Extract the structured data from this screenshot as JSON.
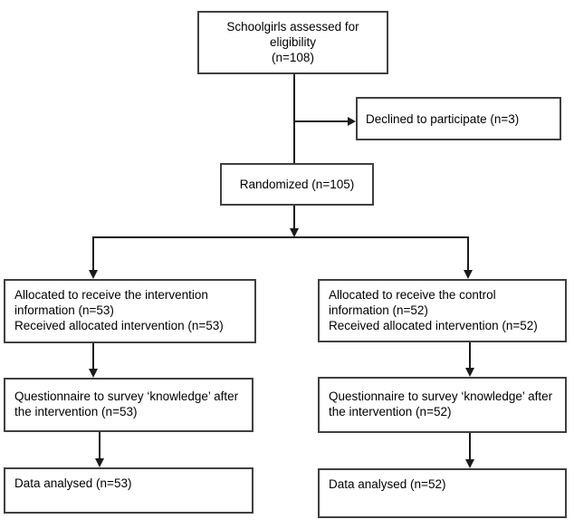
{
  "diagram_type": "consort-flowchart",
  "boxes": {
    "eligibility": {
      "line1": "Schoolgirls assessed for eligibility",
      "line2": "(n=108)"
    },
    "declined": {
      "text": "Declined to participate (n=3)"
    },
    "randomized": {
      "text": "Randomized (n=105)"
    },
    "allocated_intervention": {
      "line1": "Allocated to receive the intervention information (n=53)",
      "line2": "Received allocated intervention (n=53)"
    },
    "allocated_control": {
      "line1": "Allocated to receive the control information (n=52)",
      "line2": "Received allocated intervention (n=52)"
    },
    "questionnaire_intervention": {
      "text": "Questionnaire to survey ‘knowledge’ after the intervention (n=53)"
    },
    "questionnaire_control": {
      "text": "Questionnaire to survey ‘knowledge’ after the intervention (n=52)"
    },
    "analysed_intervention": {
      "text": "Data analysed (n=53)"
    },
    "analysed_control": {
      "text": "Data analysed (n=52)"
    }
  },
  "colors": {
    "box_border": "#404040",
    "line": "#1a1a1a",
    "background": "#ffffff",
    "text": "#000000"
  }
}
